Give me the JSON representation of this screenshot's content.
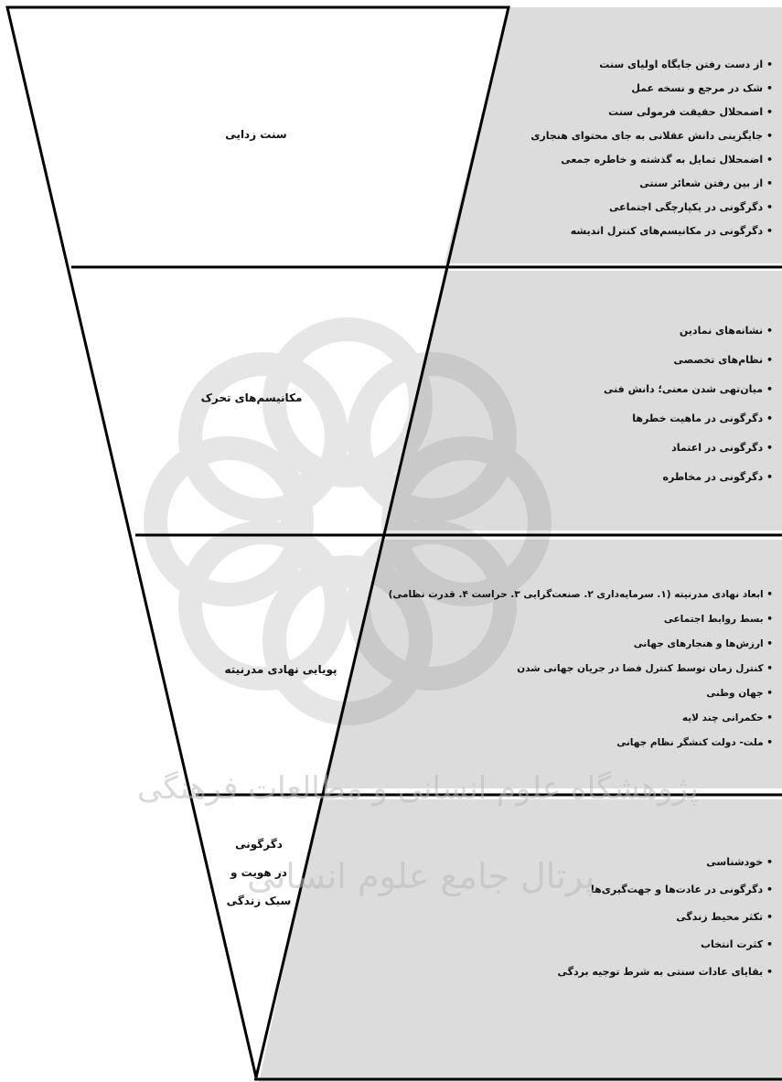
{
  "sections": [
    {
      "id": "tradition",
      "title_lines": [
        "سنت زدایی"
      ],
      "items": [
        "از دست رفتن جایگاه اولیای سنت",
        "شک در مرجع و نسخه عمل",
        "اضمحلال حقیقت فرمولی سنت",
        "جایگزینی دانش عقلانی به جای محتوای هنجاری",
        "اضمحلال تمایل به گذشته و خاطره جمعی",
        "از بین رفتن شعائر سنتی",
        "دگرگونی در یکپارچگی اجتماعی",
        "دگرگونی در مکانیسم‌های کنترل اندیشه"
      ]
    },
    {
      "id": "mobility",
      "title_lines": [
        "مکانیسم‌های تحرک"
      ],
      "items": [
        "نشانه‌های نمادین",
        "نظام‌های تخصصی",
        "میان‌تهی شدن معنی؛ دانش فنی",
        "دگرگونی در ماهیت خطرها",
        "دگرگونی در اعتماد",
        "دگرگونی در مخاطره"
      ]
    },
    {
      "id": "institutions",
      "title_lines": [
        "پویایی نهادی مدرنیته"
      ],
      "items": [
        "ابعاد نهادی مدرنیته (۱. سرمایه‌داری ۲. صنعت‌گرایی ۳. حراست ۴. قدرت نظامی)",
        "بسط روابط اجتماعی",
        "ارزش‌ها و هنجارهای جهانی",
        "کنترل زمان توسط کنترل فضا در جریان جهانی شدن",
        "جهان وطنی",
        "حکمرانی چند لایه",
        "ملت- دولت کنشگر نظام جهانی"
      ]
    },
    {
      "id": "identity",
      "title_lines": [
        "دگرگونی",
        "در هویت و",
        "سبک زندگی"
      ],
      "items": [
        "خودشناسی",
        "دگرگونی در عادت‌ها و جهت‌گیری‌ها",
        "تکثر محیط زندگی",
        "کثرت انتخاب",
        "بقایای عادات سنتی به شرط توجیه بردگی"
      ]
    }
  ],
  "watermark": {
    "line1": "پژوهشگاه علوم انسانی و مطالعات فرهنگی",
    "line2": "پرتال جامع علوم انسانی"
  },
  "colors": {
    "panel": "#dcdcdc",
    "line": "#000000",
    "text": "#111111"
  }
}
